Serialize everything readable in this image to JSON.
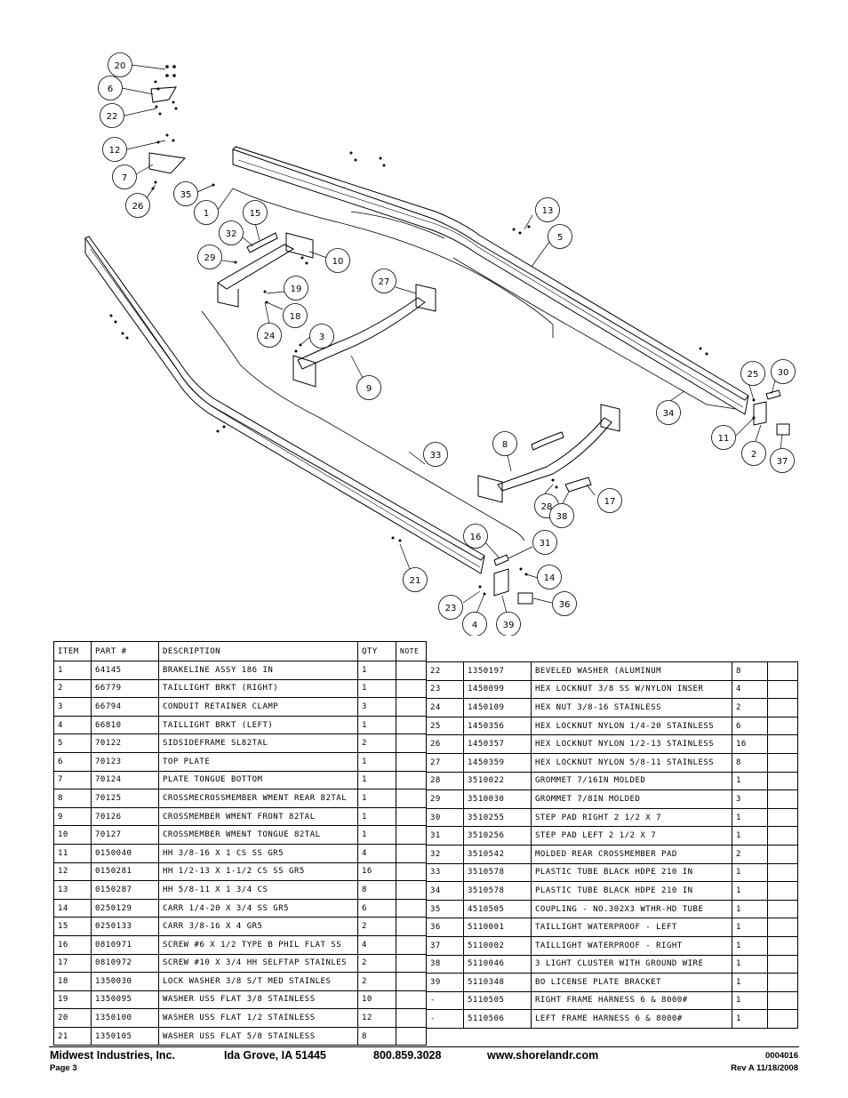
{
  "callouts": [
    "20",
    "6",
    "22",
    "12",
    "7",
    "26",
    "35",
    "1",
    "15",
    "32",
    "29",
    "10",
    "19",
    "18",
    "24",
    "3",
    "27",
    "9",
    "13",
    "5",
    "25",
    "30",
    "34",
    "11",
    "2",
    "37",
    "8",
    "28",
    "38",
    "17",
    "33",
    "16",
    "31",
    "14",
    "36",
    "23",
    "4",
    "39",
    "21"
  ],
  "table_headers": {
    "item": "ITEM",
    "part": "PART #",
    "description": "DESCRIPTION",
    "qty": "QTY",
    "note": "NOTE"
  },
  "parts_left": [
    {
      "item": "1",
      "part": "64145",
      "description": "BRAKELINE ASSY 186 IN",
      "qty": "1"
    },
    {
      "item": "2",
      "part": "66779",
      "description": "TAILLIGHT BRKT (RIGHT)",
      "qty": "1"
    },
    {
      "item": "3",
      "part": "66794",
      "description": "CONDUIT RETAINER CLAMP",
      "qty": "3"
    },
    {
      "item": "4",
      "part": "66810",
      "description": "TAILLIGHT BRKT (LEFT)",
      "qty": "1"
    },
    {
      "item": "5",
      "part": "70122",
      "description": "SIDSIDEFRAME SL82TAL",
      "qty": "2"
    },
    {
      "item": "6",
      "part": "70123",
      "description": "TOP PLATE",
      "qty": "1"
    },
    {
      "item": "7",
      "part": "70124",
      "description": "PLATE TONGUE BOTTOM",
      "qty": "1"
    },
    {
      "item": "8",
      "part": "70125",
      "description": "CROSSMECROSSMEMBER WMENT REAR 82TAL",
      "qty": "1"
    },
    {
      "item": "9",
      "part": "70126",
      "description": "CROSSMEMBER WMENT FRONT 82TAL",
      "qty": "1"
    },
    {
      "item": "10",
      "part": "70127",
      "description": "CROSSMEMBER WMENT TONGUE 82TAL",
      "qty": "1"
    },
    {
      "item": "11",
      "part": "0150040",
      "description": "HH 3/8-16 X 1 CS SS GR5",
      "qty": "4"
    },
    {
      "item": "12",
      "part": "0150281",
      "description": "HH 1/2-13 X 1-1/2 CS SS GR5",
      "qty": "16"
    },
    {
      "item": "13",
      "part": "0150287",
      "description": "HH 5/8-11 X 1 3/4 CS",
      "qty": "8"
    },
    {
      "item": "14",
      "part": "0250129",
      "description": "CARR 1/4-20 X 3/4 SS GR5",
      "qty": "6"
    },
    {
      "item": "15",
      "part": "0250133",
      "description": "CARR 3/8-16 X 4 GR5",
      "qty": "2"
    },
    {
      "item": "16",
      "part": "0810971",
      "description": "SCREW #6 X 1/2 TYPE B PHIL FLAT SS",
      "qty": "4"
    },
    {
      "item": "17",
      "part": "0810972",
      "description": "SCREW #10 X 3/4 HH SELFTAP STAINLES",
      "qty": "2"
    },
    {
      "item": "18",
      "part": "1350030",
      "description": "LOCK WASHER 3/8 S/T MED STAINLES",
      "qty": "2"
    },
    {
      "item": "19",
      "part": "1350095",
      "description": "WASHER USS FLAT 3/8 STAINLESS",
      "qty": "10"
    },
    {
      "item": "20",
      "part": "1350100",
      "description": "WASHER USS FLAT 1/2 STAINLESS",
      "qty": "12"
    },
    {
      "item": "21",
      "part": "1350105",
      "description": "WASHER USS FLAT 5/8 STAINLESS",
      "qty": "8"
    }
  ],
  "parts_right": [
    {
      "item": "22",
      "part": "1350197",
      "description": "BEVELED WASHER (ALUMINUM",
      "qty": "8"
    },
    {
      "item": "23",
      "part": "1450099",
      "description": "HEX LOCKNUT 3/8 SS W/NYLON INSER",
      "qty": "4"
    },
    {
      "item": "24",
      "part": "1450109",
      "description": "HEX NUT 3/8-16 STAINLESS",
      "qty": "2"
    },
    {
      "item": "25",
      "part": "1450356",
      "description": "HEX LOCKNUT NYLON 1/4-20 STAINLESS",
      "qty": "6"
    },
    {
      "item": "26",
      "part": "1450357",
      "description": "HEX LOCKNUT NYLON 1/2-13 STAINLESS",
      "qty": "16"
    },
    {
      "item": "27",
      "part": "1450359",
      "description": "HEX LOCKNUT NYLON 5/8-11 STAINLESS",
      "qty": "8"
    },
    {
      "item": "28",
      "part": "3510022",
      "description": "GROMMET  7/16IN MOLDED",
      "qty": "1"
    },
    {
      "item": "29",
      "part": "3510030",
      "description": "GROMMET  7/8IN MOLDED",
      "qty": "3"
    },
    {
      "item": "30",
      "part": "3510255",
      "description": "STEP PAD  RIGHT  2 1/2 X  7",
      "qty": "1"
    },
    {
      "item": "31",
      "part": "3510256",
      "description": "STEP PAD  LEFT  2 1/2 X  7",
      "qty": "1"
    },
    {
      "item": "32",
      "part": "3510542",
      "description": "MOLDED REAR CROSSMEMBER PAD",
      "qty": "2"
    },
    {
      "item": "33",
      "part": "3510578",
      "description": "PLASTIC TUBE BLACK HDPE 210 IN",
      "qty": "1"
    },
    {
      "item": "34",
      "part": "3510578",
      "description": "PLASTIC TUBE BLACK HDPE 210 IN",
      "qty": "1"
    },
    {
      "item": "35",
      "part": "4510505",
      "description": "COUPLING - NO.302X3 WTHR-HD TUBE",
      "qty": "1"
    },
    {
      "item": "36",
      "part": "5110001",
      "description": "TAILLIGHT WATERPROOF - LEFT",
      "qty": "1"
    },
    {
      "item": "37",
      "part": "5110002",
      "description": "TAILLIGHT WATERPROOF - RIGHT",
      "qty": "1"
    },
    {
      "item": "38",
      "part": "5110046",
      "description": "3 LIGHT CLUSTER WITH GROUND WIRE",
      "qty": "1"
    },
    {
      "item": "39",
      "part": "5110348",
      "description": "BO LICENSE PLATE BRACKET",
      "qty": "1"
    },
    {
      "item": "-",
      "part": "5110505",
      "description": "RIGHT FRAME HARNESS 6 & 8000#",
      "qty": "1"
    },
    {
      "item": "-",
      "part": "5110506",
      "description": "LEFT FRAME HARNESS 6 & 8000#",
      "qty": "1"
    }
  ],
  "footer": {
    "company": "Midwest Industries, Inc.",
    "location": "Ida Grove, IA  51445",
    "phone": "800.859.3028",
    "website": "www.shorelandr.com",
    "doc_number": "0004016",
    "page": "Page 3",
    "revision": "Rev A   11/18/2008"
  }
}
